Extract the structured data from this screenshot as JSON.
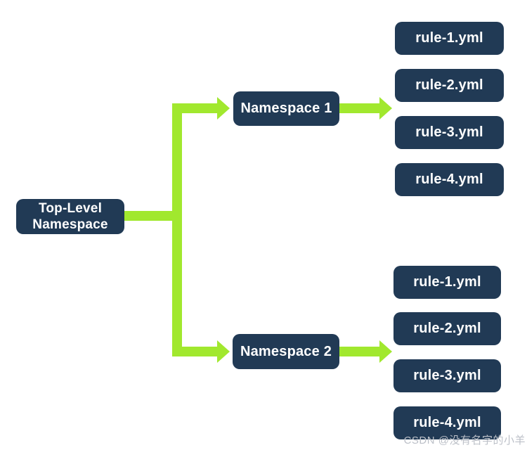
{
  "colors": {
    "background": "#ffffff",
    "box_fill": "#213a55",
    "box_text": "#ffffff",
    "arrow": "#a1e82e",
    "watermark_text": "#bcc0c8"
  },
  "root": {
    "label": "Top-Level\nNamespace"
  },
  "namespaces": [
    {
      "label": "Namespace 1",
      "rules": [
        "rule-1.yml",
        "rule-2.yml",
        "rule-3.yml",
        "rule-4.yml"
      ]
    },
    {
      "label": "Namespace 2",
      "rules": [
        "rule-1.yml",
        "rule-2.yml",
        "rule-3.yml",
        "rule-4.yml"
      ]
    }
  ],
  "watermark": "CSDN @没有名字的小羊"
}
